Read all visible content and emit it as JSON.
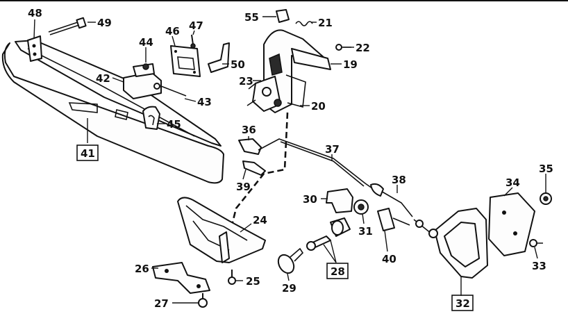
{
  "labels": {
    "l48": "48",
    "l49": "49",
    "l44": "44",
    "l46": "46",
    "l47": "47",
    "l55": "55",
    "l21": "21",
    "l22": "22",
    "l42": "42",
    "l43": "43",
    "l50": "50",
    "l23": "23",
    "l19": "19",
    "l20": "20",
    "l45": "45",
    "l41": "41",
    "l36": "36",
    "l37": "37",
    "l39": "39",
    "l38": "38",
    "l35": "35",
    "l34": "34",
    "l30": "30",
    "l31": "31",
    "l24": "24",
    "l40": "40",
    "l33": "33",
    "l26": "26",
    "l25": "25",
    "l28": "28",
    "l29": "29",
    "l27": "27",
    "l32": "32"
  },
  "boxed_labels": [
    "41",
    "28",
    "32"
  ]
}
